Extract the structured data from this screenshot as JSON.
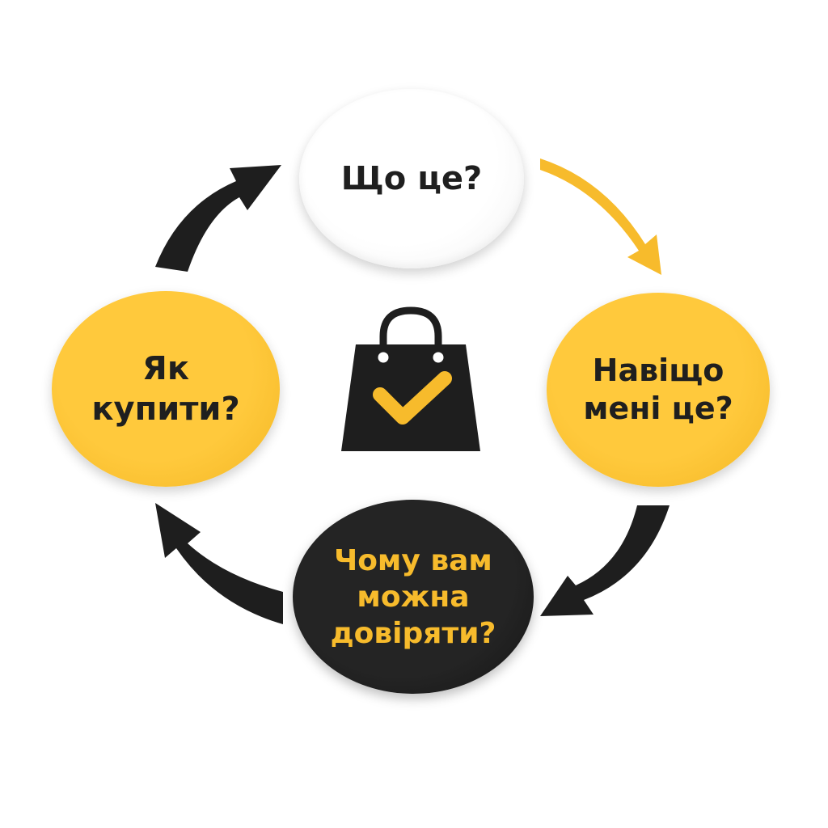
{
  "nodes": {
    "top": "Що це?",
    "right": "Навіщо\nмені це?",
    "bottom": "Чому вам\nможна\nдовіряти?",
    "left": "Як\nкупити?"
  },
  "icons": {
    "center": "shopping-bag-check-icon"
  },
  "colors": {
    "yellow": "#F7BB2C",
    "dark": "#1E1E1E",
    "white": "#FFFFFF"
  }
}
